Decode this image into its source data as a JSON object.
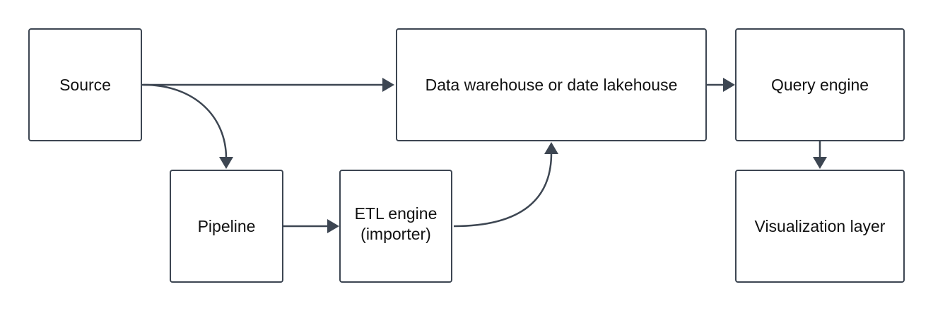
{
  "diagram": {
    "nodes": {
      "source": {
        "label": "Source"
      },
      "warehouse": {
        "label": "Data warehouse or date lakehouse"
      },
      "query_engine": {
        "label": "Query engine"
      },
      "pipeline": {
        "label": "Pipeline"
      },
      "etl_engine": {
        "label": "ETL engine\n(importer)"
      },
      "visualization": {
        "label": "Visualization layer"
      }
    },
    "edges": [
      {
        "from": "source",
        "to": "warehouse"
      },
      {
        "from": "source",
        "to": "pipeline"
      },
      {
        "from": "pipeline",
        "to": "etl_engine"
      },
      {
        "from": "etl_engine",
        "to": "warehouse"
      },
      {
        "from": "warehouse",
        "to": "query_engine"
      },
      {
        "from": "query_engine",
        "to": "visualization"
      }
    ],
    "colors": {
      "stroke": "#3d4652",
      "text": "#111111",
      "background": "#ffffff"
    }
  }
}
